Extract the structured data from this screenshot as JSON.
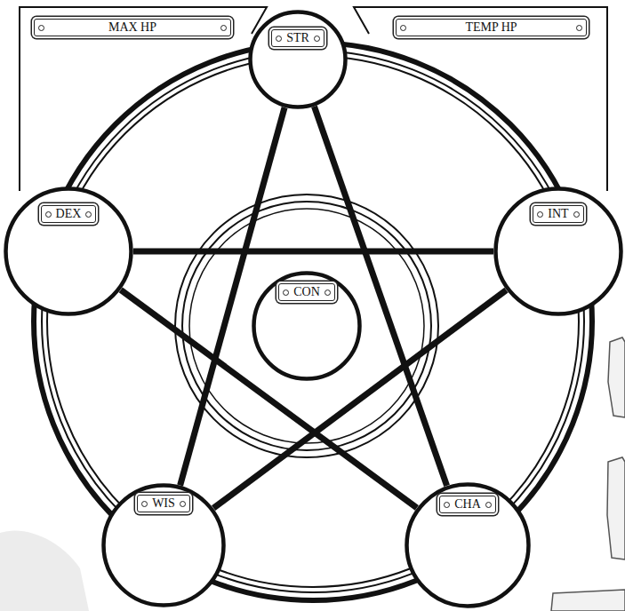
{
  "diagram": {
    "nodes": [
      {
        "text": [
          "MAX HP"
        ]
      },
      {
        "text": [
          "STR"
        ]
      },
      {
        "text": [
          "TEMP HP"
        ]
      },
      {
        "text": [
          "DEX"
        ]
      },
      {
        "text": [
          "INT"
        ]
      },
      {
        "text": [
          "CON"
        ]
      },
      {
        "text": [
          "WIS"
        ]
      },
      {
        "text": [
          "CHA"
        ]
      }
    ],
    "edges": [
      {
        "from": 1,
        "to": 6,
        "arrow": "none"
      },
      {
        "from": 1,
        "to": 7,
        "arrow": "none"
      },
      {
        "from": 3,
        "to": 4,
        "arrow": "none"
      },
      {
        "from": 3,
        "to": 7,
        "arrow": "none"
      },
      {
        "from": 4,
        "to": 6,
        "arrow": "none"
      }
    ]
  }
}
